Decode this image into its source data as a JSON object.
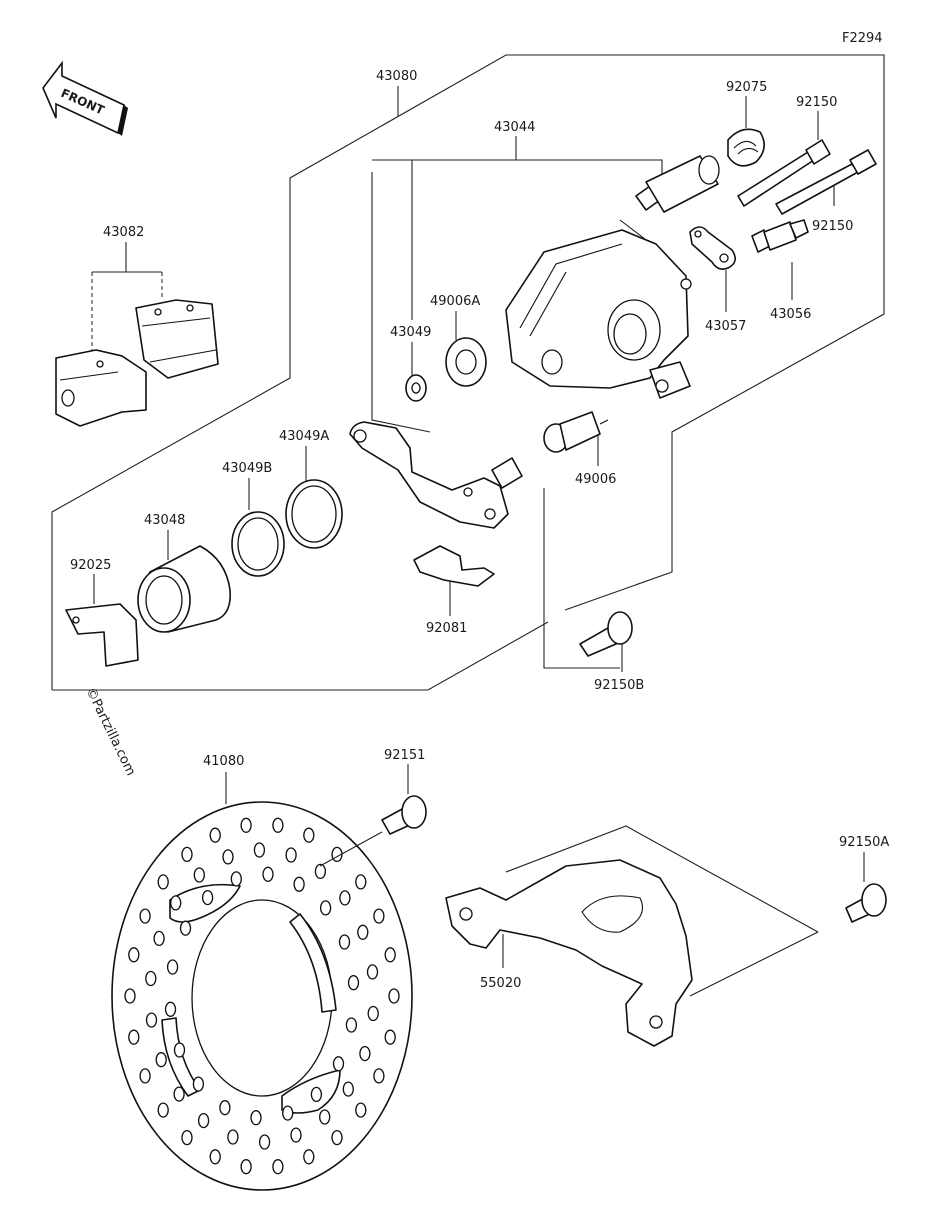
{
  "diagram_code": "F2294",
  "front_label": "FRONT",
  "watermark": "©Partzilla.com",
  "parts": {
    "p43080": "43080",
    "p43044": "43044",
    "p92075": "92075",
    "p92150_top": "92150",
    "p92150_mid": "92150",
    "p43082": "43082",
    "p49006A": "49006A",
    "p43049": "43049",
    "p43057": "43057",
    "p43056": "43056",
    "p43049A": "43049A",
    "p43049B": "43049B",
    "p43048": "43048",
    "p49006": "49006",
    "p92025": "92025",
    "p92081": "92081",
    "p92150B": "92150B",
    "p41080": "41080",
    "p92151": "92151",
    "p92150A": "92150A",
    "p55020": "55020"
  }
}
